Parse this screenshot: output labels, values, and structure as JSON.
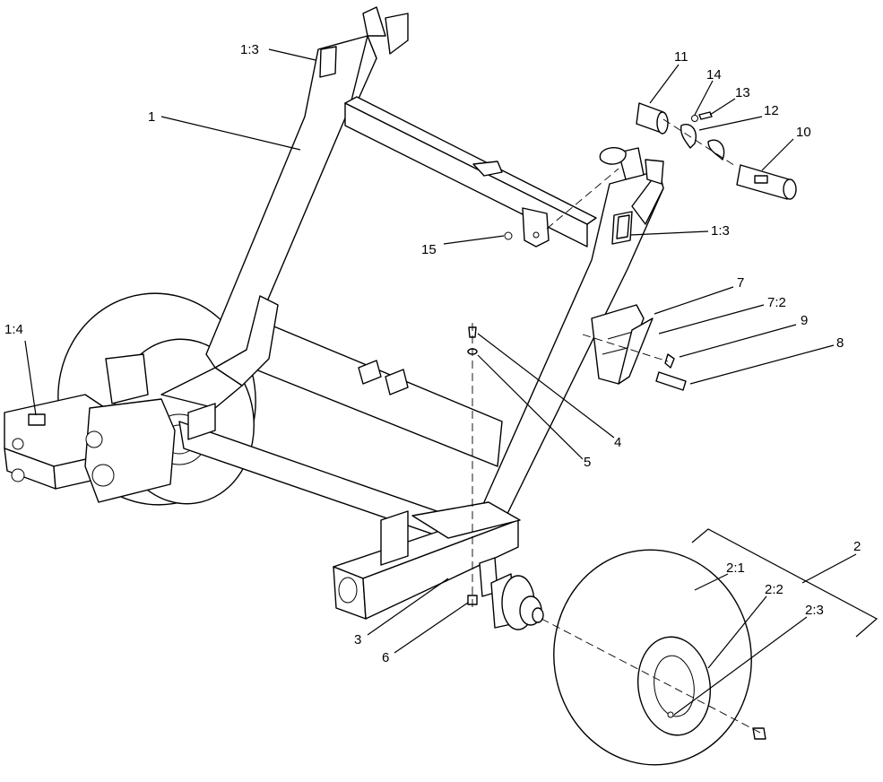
{
  "labels": {
    "l1": "1",
    "l1_3_top": "1:3",
    "l1_3_right": "1:3",
    "l1_4": "1:4",
    "l2": "2",
    "l2_1": "2:1",
    "l2_2": "2:2",
    "l2_3": "2:3",
    "l3": "3",
    "l4": "4",
    "l5": "5",
    "l6": "6",
    "l7": "7",
    "l7_2": "7:2",
    "l8": "8",
    "l9": "9",
    "l10": "10",
    "l11": "11",
    "l12": "12",
    "l13": "13",
    "l14": "14",
    "l15": "15"
  }
}
